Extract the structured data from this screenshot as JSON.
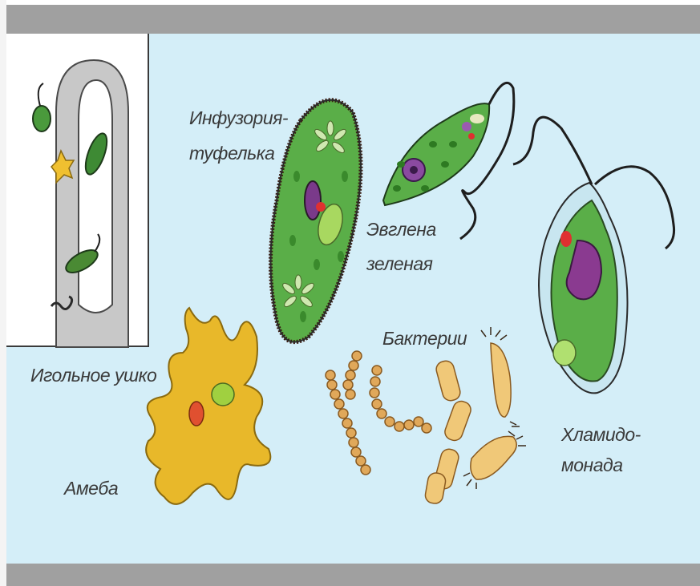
{
  "labels": {
    "infusoria_1": "Инфузория-",
    "infusoria_2": "туфелька",
    "euglena_1": "Эвглена",
    "euglena_2": "зеленая",
    "bacteria": "Бактерии",
    "needle_eye": "Игольное ушко",
    "amoeba": "Амеба",
    "chlamy_1": "Хламидо-",
    "chlamy_2": "монада"
  },
  "colors": {
    "background": "#d4eef8",
    "frame_bars": "#a0a0a0",
    "amoeba": "#e8b82a",
    "cell_green": "#4a9a3c",
    "nucleus": "#7a3a8a",
    "bacteria": "#e0a85a"
  }
}
